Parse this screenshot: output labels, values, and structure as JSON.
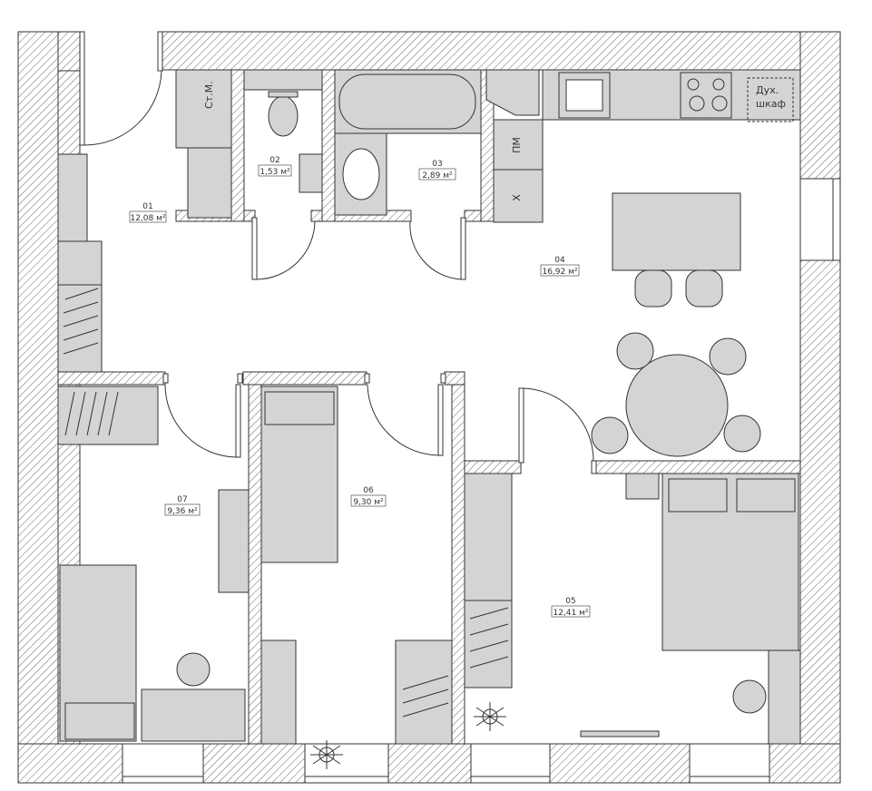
{
  "plan": {
    "rooms": [
      {
        "num": "01",
        "area": "12,08 м²"
      },
      {
        "num": "02",
        "area": "1,53 м²"
      },
      {
        "num": "03",
        "area": "2,89 м²"
      },
      {
        "num": "04",
        "area": "16,92 м²"
      },
      {
        "num": "05",
        "area": "12,41 м²"
      },
      {
        "num": "06",
        "area": "9,30 м²"
      },
      {
        "num": "07",
        "area": "9,36 м²"
      }
    ],
    "fixtures": {
      "washer": "Ст.М.",
      "dishwasher": "ПМ",
      "fridge": "Х",
      "oven_line1": "Дух.",
      "oven_line2": "шкаф"
    }
  },
  "colors": {
    "wall_hatch": "#555555",
    "furniture_fill": "#d4d4d4",
    "line": "#333333",
    "background": "#ffffff"
  }
}
